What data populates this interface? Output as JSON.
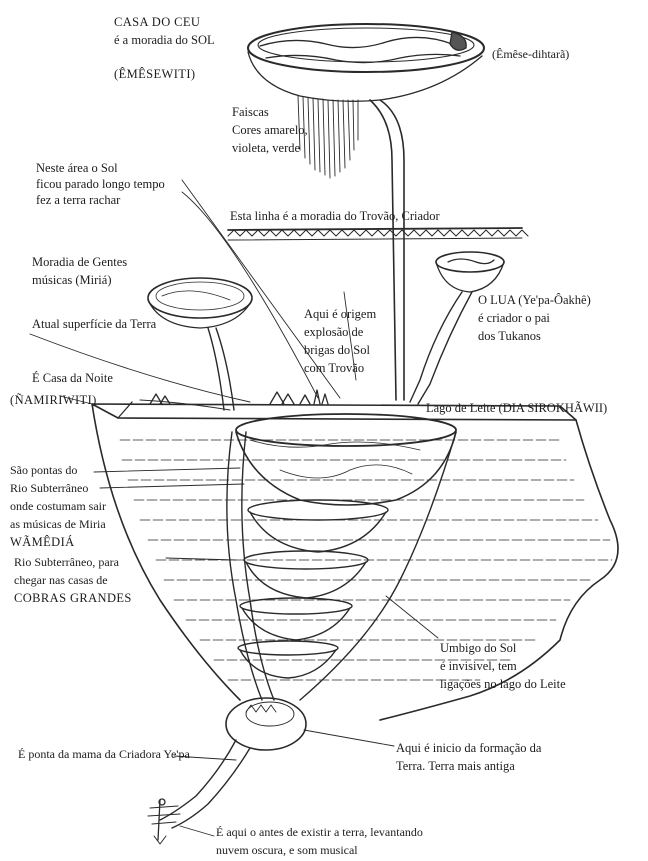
{
  "labels": {
    "casa_do_ceu": "CASA DO CEU",
    "moradia_sol": "é a moradia do SOL",
    "emesewiti": "(ÊMÊSEWITI)",
    "emese_dihtara": "(Êmêse-dihtarã)",
    "faiscas_title": "Faiscas",
    "faiscas_line1": "Cores amarelo,",
    "faiscas_line2": "violeta, verde",
    "sol_parado_1": "Neste área o Sol",
    "sol_parado_2": "ficou parado longo tempo",
    "sol_parado_3": "fez a terra rachar",
    "linha_trovao": "Esta linha é a moradia do   Trovão, Criador",
    "gentes_1": "Moradia de Gentes",
    "gentes_2": "músicas (Miriá)",
    "lua_1": "O LUA   (Ye'pa-Ôakhê)",
    "lua_2": "é criador o pai",
    "lua_3": "dos Tukanos",
    "superficie": "Atual superfície da Terra",
    "origem_1": "Aqui é origem",
    "origem_2": "explosão de",
    "origem_3": "brigas do Sol",
    "origem_4": "com Trovão",
    "casa_noite": "É Casa da Noite",
    "namiriwiti": "(ÑAMIRIWITI)",
    "lago_leite": "Lago de Leite   (DIA SIROKHÃWII)",
    "pontas_1": "São pontas do",
    "pontas_2": "Rio Subterrâneo",
    "pontas_3": "onde costumam sair",
    "pontas_4": "as músicas de Miria",
    "wamedia": "WÃMÊDIÁ",
    "rio_1": "Rio Subterrâneo, para",
    "rio_2": "chegar nas casas de",
    "rio_3": "COBRAS GRANDES",
    "umbigo_1": "Umbigo do Sol",
    "umbigo_2": "é invisivel, tem",
    "umbigo_3": "ligações no lago do Leite",
    "mama": "É ponta da mama da Criadora Ye'pa",
    "inicio_1": "Aqui é inicio da formação da",
    "inicio_2": "Terra. Terra mais antiga",
    "antes_1": "É aqui o antes de existir a terra, levantando",
    "antes_2": "nuvem oscura, e som musical"
  }
}
